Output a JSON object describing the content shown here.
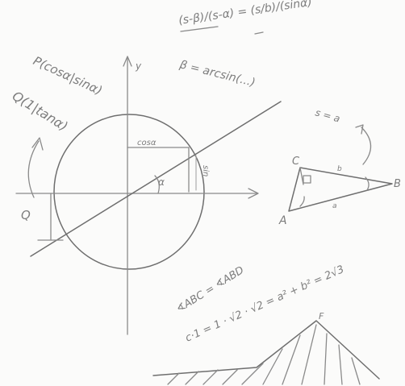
{
  "notes": {
    "point_p": "P(cosα|sinα)",
    "point_q": "Q(1|tanα)",
    "point_q_short": "Q",
    "cos_label": "cosα",
    "sin_label": "sin",
    "alpha_label": "α",
    "y_axis_label": "y",
    "formula_fraction": "(s-β)/(s-α) = (s/b)/(sinα)",
    "formula_beta": "β = arcsin(...)",
    "formula_side": "s = a",
    "triangle_a": "A",
    "triangle_c": "C",
    "triangle_b": "B",
    "triangle_small_a": "a",
    "triangle_small_b": "b",
    "angle_text": "∢ABC = ∢ABD",
    "identity_text": "c·1 = 1 · √2 · √2 = a² + b² = 2√3",
    "hatch_label": "F"
  }
}
